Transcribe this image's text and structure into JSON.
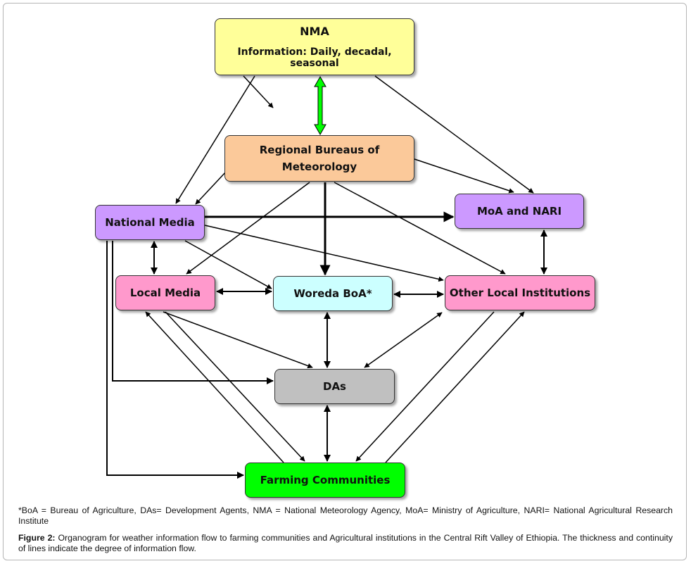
{
  "diagram": {
    "nodes": {
      "nma_title": "NMA",
      "nma_info": "Information: Daily, decadal, seasonal",
      "regional": "Regional Bureaus of Meteorology",
      "national_media": "National Media",
      "moa_nari": "MoA and NARI",
      "local_media": "Local Media",
      "woreda": "Woreda BoA*",
      "other_local": "Other Local Institutions",
      "das": "DAs",
      "farming": "Farming Communities"
    },
    "colors": {
      "nma": "#ffff99",
      "regional": "#fbc99a",
      "media": "#cc99ff",
      "local": "#ff99cc",
      "woreda": "#ccffff",
      "das": "#c0c0c0",
      "farming": "#00ff00",
      "green_arrow": "#00ff00"
    }
  },
  "caption": {
    "note": "*BoA = Bureau of Agriculture, DAs= Development Agents, NMA = National Meteorology Agency, MoA=      Ministry of Agriculture, NARI= National Agricultural Research Institute",
    "figure_label": "Figure 2:",
    "figure_text": " Organogram for weather information flow to farming communities and Agricultural institutions in the Central Rift Valley of Ethiopia. The thickness and continuity of lines indicate the degree of information flow."
  }
}
